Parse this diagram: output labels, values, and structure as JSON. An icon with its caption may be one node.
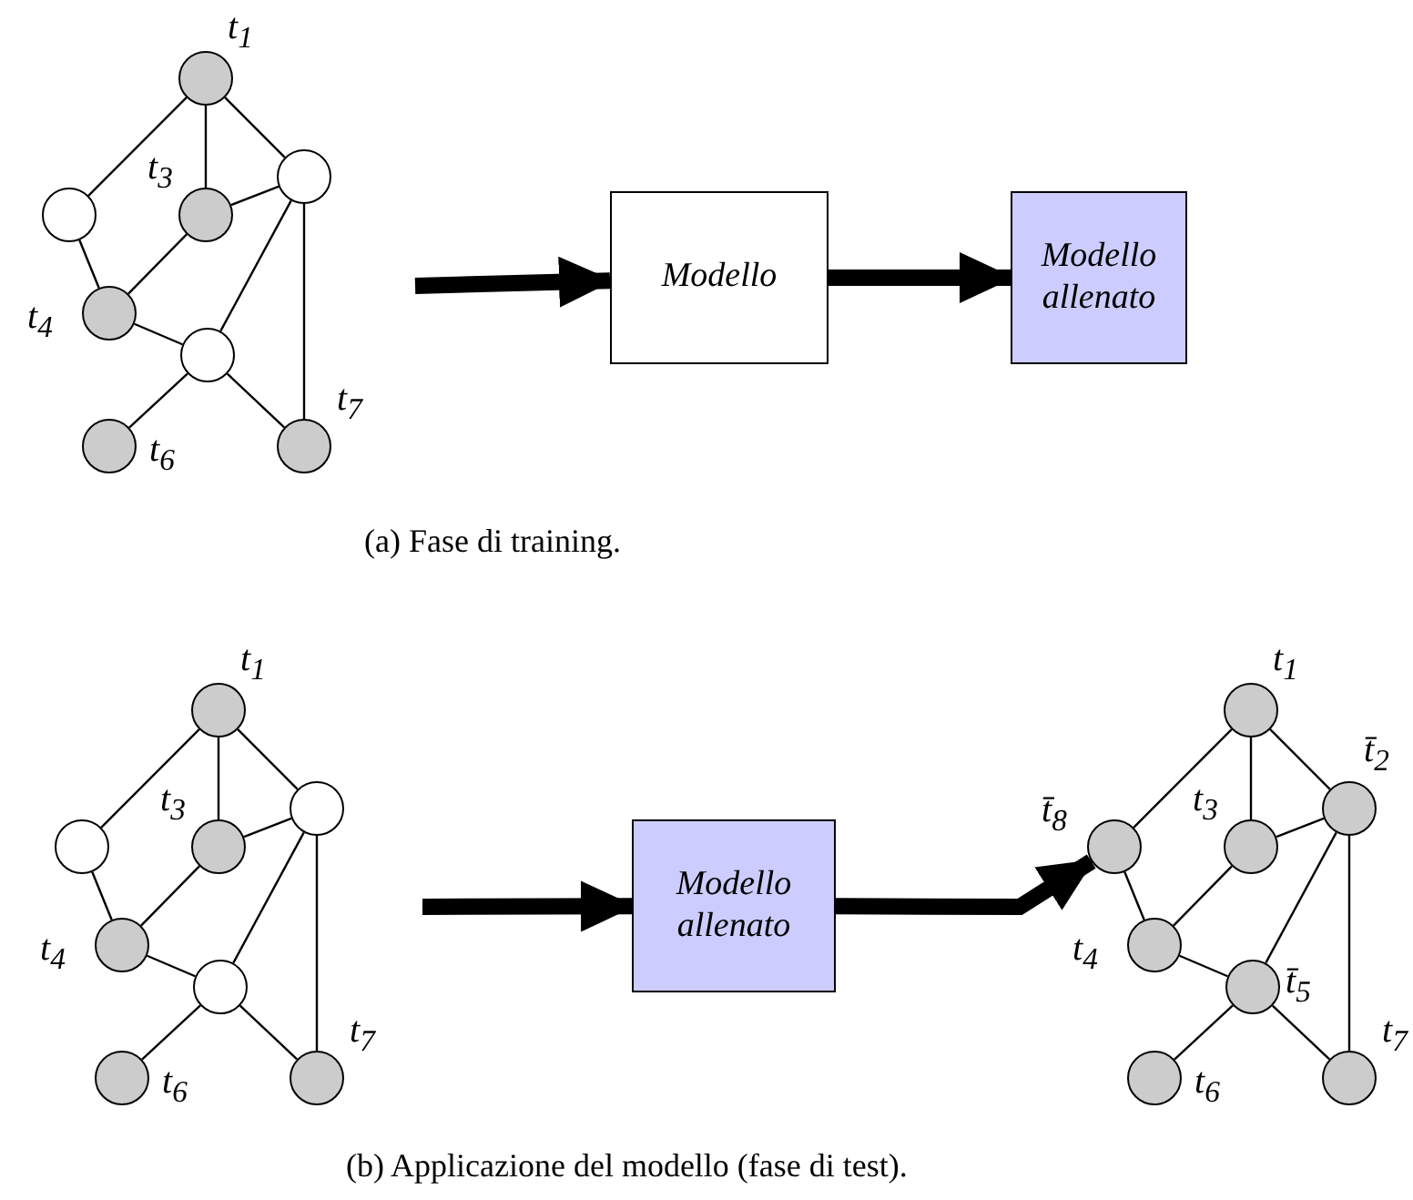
{
  "diagram": {
    "nodes": [
      {
        "text": [],
        "shape": "circle",
        "beside": [
          "t$_{1}$"
        ]
      },
      {
        "text": [],
        "shape": "circle"
      },
      {
        "text": [],
        "shape": "circle",
        "beside": [
          "t$_{3}$"
        ]
      },
      {
        "text": [],
        "shape": "circle"
      },
      {
        "text": [],
        "shape": "circle",
        "beside": [
          "t$_{4}$"
        ]
      },
      {
        "text": [],
        "shape": "circle"
      },
      {
        "text": [],
        "shape": "circle",
        "beside": [
          "t$_{6}$"
        ]
      },
      {
        "text": [],
        "shape": "circle",
        "beside": [
          "t$_{7}$"
        ]
      },
      {
        "text": [
          "Modello"
        ]
      },
      {
        "text": [
          "Modello allenato"
        ]
      },
      {
        "text": [],
        "shape": "circle",
        "beside": [
          "t$_{1}$"
        ]
      },
      {
        "text": [],
        "shape": "circle"
      },
      {
        "text": [],
        "shape": "circle",
        "beside": [
          "t$_{3}$"
        ]
      },
      {
        "text": [],
        "shape": "circle"
      },
      {
        "text": [],
        "shape": "circle",
        "beside": [
          "t$_{4}$"
        ]
      },
      {
        "text": [],
        "shape": "circle"
      },
      {
        "text": [],
        "shape": "circle",
        "beside": [
          "t$_{6}$"
        ]
      },
      {
        "text": [],
        "shape": "circle",
        "beside": [
          "t$_{7}$"
        ]
      },
      {
        "text": [
          "Modello allenato"
        ]
      },
      {
        "text": [],
        "shape": "circle",
        "beside": [
          "t$_{1}$"
        ]
      },
      {
        "text": [],
        "shape": "circle",
        "beside": [
          "t̄$_{8}$"
        ]
      },
      {
        "text": [],
        "shape": "circle",
        "beside": [
          "t$_{3}$"
        ]
      },
      {
        "text": [],
        "shape": "circle",
        "beside": [
          "t̄$_{2}$"
        ]
      },
      {
        "text": [],
        "shape": "circle",
        "beside": [
          "t$_{4}$"
        ]
      },
      {
        "text": [],
        "shape": "circle",
        "beside": [
          "t̄$_{5}$"
        ]
      },
      {
        "text": [],
        "shape": "circle",
        "beside": [
          "t$_{6}$"
        ]
      },
      {
        "text": [],
        "shape": "circle",
        "beside": [
          "t$_{7}$"
        ]
      }
    ],
    "edges": [
      {
        "from": 0,
        "to": 1,
        "arrow": "none"
      },
      {
        "from": 0,
        "to": 2,
        "arrow": "none"
      },
      {
        "from": 0,
        "to": 3,
        "arrow": "none"
      },
      {
        "from": 2,
        "to": 3,
        "arrow": "none"
      },
      {
        "from": 1,
        "to": 4,
        "arrow": "none"
      },
      {
        "from": 2,
        "to": 4,
        "arrow": "none"
      },
      {
        "from": 4,
        "to": 5,
        "arrow": "none"
      },
      {
        "from": 3,
        "to": 5,
        "arrow": "none"
      },
      {
        "from": 3,
        "to": 7,
        "arrow": "none"
      },
      {
        "from": 5,
        "to": 6,
        "arrow": "none"
      },
      {
        "from": 5,
        "to": 7,
        "arrow": "none"
      },
      {
        "from": null,
        "to": 8,
        "arrow": "to",
        "style": "thick"
      },
      {
        "from": 8,
        "to": 9,
        "arrow": "to",
        "style": "thick"
      },
      {
        "from": 10,
        "to": 11,
        "arrow": "none"
      },
      {
        "from": 10,
        "to": 12,
        "arrow": "none"
      },
      {
        "from": 10,
        "to": 13,
        "arrow": "none"
      },
      {
        "from": 12,
        "to": 13,
        "arrow": "none"
      },
      {
        "from": 11,
        "to": 14,
        "arrow": "none"
      },
      {
        "from": 12,
        "to": 14,
        "arrow": "none"
      },
      {
        "from": 14,
        "to": 15,
        "arrow": "none"
      },
      {
        "from": 13,
        "to": 15,
        "arrow": "none"
      },
      {
        "from": 13,
        "to": 17,
        "arrow": "none"
      },
      {
        "from": 15,
        "to": 16,
        "arrow": "none"
      },
      {
        "from": 15,
        "to": 17,
        "arrow": "none"
      },
      {
        "from": null,
        "to": 18,
        "arrow": "to",
        "style": "thick"
      },
      {
        "from": 18,
        "to": 20,
        "arrow": "to",
        "style": "thick"
      },
      {
        "from": 19,
        "to": 20,
        "arrow": "none"
      },
      {
        "from": 19,
        "to": 21,
        "arrow": "none"
      },
      {
        "from": 19,
        "to": 22,
        "arrow": "none"
      },
      {
        "from": 21,
        "to": 22,
        "arrow": "none"
      },
      {
        "from": 20,
        "to": 23,
        "arrow": "none"
      },
      {
        "from": 21,
        "to": 23,
        "arrow": "none"
      },
      {
        "from": 23,
        "to": 24,
        "arrow": "none"
      },
      {
        "from": 22,
        "to": 24,
        "arrow": "none"
      },
      {
        "from": 22,
        "to": 26,
        "arrow": "none"
      },
      {
        "from": 24,
        "to": 25,
        "arrow": "none"
      },
      {
        "from": 24,
        "to": 26,
        "arrow": "none"
      }
    ],
    "labels": [
      "(a) Fase di training.",
      "(b) Applicazione del modello (fase di test)."
    ]
  }
}
